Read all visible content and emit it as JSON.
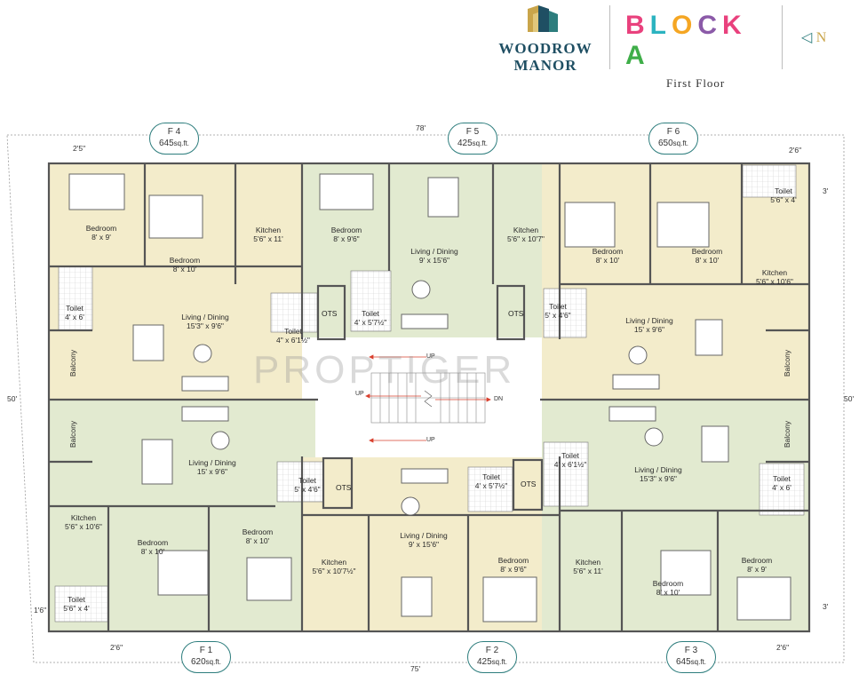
{
  "brand": {
    "name_line1": "WOODROW",
    "name_line2": "MANOR"
  },
  "block": {
    "title_letters": [
      "B",
      "L",
      "O",
      "C",
      "K",
      " ",
      "A"
    ],
    "subtitle": "First Floor"
  },
  "north": {
    "arrow": "◁",
    "label": "N"
  },
  "flats": [
    {
      "id": "F 4",
      "area": "645",
      "unit": "sq.ft."
    },
    {
      "id": "F 5",
      "area": "425",
      "unit": "sq.ft."
    },
    {
      "id": "F 6",
      "area": "650",
      "unit": "sq.ft."
    },
    {
      "id": "F 1",
      "area": "620",
      "unit": "sq.ft."
    },
    {
      "id": "F 2",
      "area": "425",
      "unit": "sq.ft."
    },
    {
      "id": "F 3",
      "area": "645",
      "unit": "sq.ft."
    }
  ],
  "dimensions": {
    "top": "78'",
    "bottom": "75'",
    "left": "50'",
    "right": "50'",
    "d_2_5": "2'5\"",
    "d_2_6a": "2'6\"",
    "d_3a": "3'",
    "d_3b": "3'",
    "d_1_6": "1'6\"",
    "d_2_6b": "2'6\"",
    "d_2_6c": "2'6\""
  },
  "rooms": [
    {
      "name": "Bedroom",
      "size": "8' x 9'"
    },
    {
      "name": "Bedroom",
      "size": "8' x 10'"
    },
    {
      "name": "Kitchen",
      "size": "5'6\" x 11'"
    },
    {
      "name": "Bedroom",
      "size": "8' x 9'6\""
    },
    {
      "name": "Living / Dining",
      "size": "9' x 15'6\""
    },
    {
      "name": "Kitchen",
      "size": "5'6\" x 10'7\""
    },
    {
      "name": "Bedroom",
      "size": "8' x 10'"
    },
    {
      "name": "Bedroom",
      "size": "8' x 10'"
    },
    {
      "name": "Kitchen",
      "size": "5'6\" x 10'6\""
    },
    {
      "name": "Toilet",
      "size": "5'6\" x 4'"
    },
    {
      "name": "Toilet",
      "size": "4' x 6'"
    },
    {
      "name": "Living / Dining",
      "size": "15'3\" x 9'6\""
    },
    {
      "name": "Toilet",
      "size": "4\" x 6'1½\""
    },
    {
      "name": "Toilet",
      "size": "4' x 5'7½\""
    },
    {
      "name": "Toilet",
      "size": "5' x 4'6\""
    },
    {
      "name": "Living / Dining",
      "size": "15' x 9'6\""
    },
    {
      "name": "Balcony",
      "size": ""
    },
    {
      "name": "Balcony",
      "size": ""
    },
    {
      "name": "Balcony",
      "size": ""
    },
    {
      "name": "Balcony",
      "size": ""
    },
    {
      "name": "Living / Dining",
      "size": "15' x 9'6\""
    },
    {
      "name": "Toilet",
      "size": "5' x 4'6\""
    },
    {
      "name": "Toilet",
      "size": "4' x 5'7½\""
    },
    {
      "name": "Toilet",
      "size": "4' x 6'1½\""
    },
    {
      "name": "Living / Dining",
      "size": "15'3\" x 9'6\""
    },
    {
      "name": "Toilet",
      "size": "4' x 6'"
    },
    {
      "name": "Kitchen",
      "size": "5'6\" x 10'6\""
    },
    {
      "name": "Bedroom",
      "size": "8' x 10'"
    },
    {
      "name": "Bedroom",
      "size": "8' x 10'"
    },
    {
      "name": "Kitchen",
      "size": "5'6\" x 10'7½\""
    },
    {
      "name": "Living / Dining",
      "size": "9' x 15'6\""
    },
    {
      "name": "Bedroom",
      "size": "8' x 9'6\""
    },
    {
      "name": "Kitchen",
      "size": "5'6\" x 11'"
    },
    {
      "name": "Bedroom",
      "size": "8' x 10'"
    },
    {
      "name": "Bedroom",
      "size": "8' x 9'"
    },
    {
      "name": "Toilet",
      "size": "5'6\" x 4'"
    }
  ],
  "ots_label": "OTS",
  "stair_labels": {
    "up": "UP",
    "dn": "DN"
  },
  "watermark": "PROPTIGER",
  "colors": {
    "brand": "#1f4f63",
    "tag_border": "#2d7d7d",
    "zone_yellow": "#f3eccb",
    "zone_green": "#dfe8cc",
    "wall": "#555555"
  }
}
